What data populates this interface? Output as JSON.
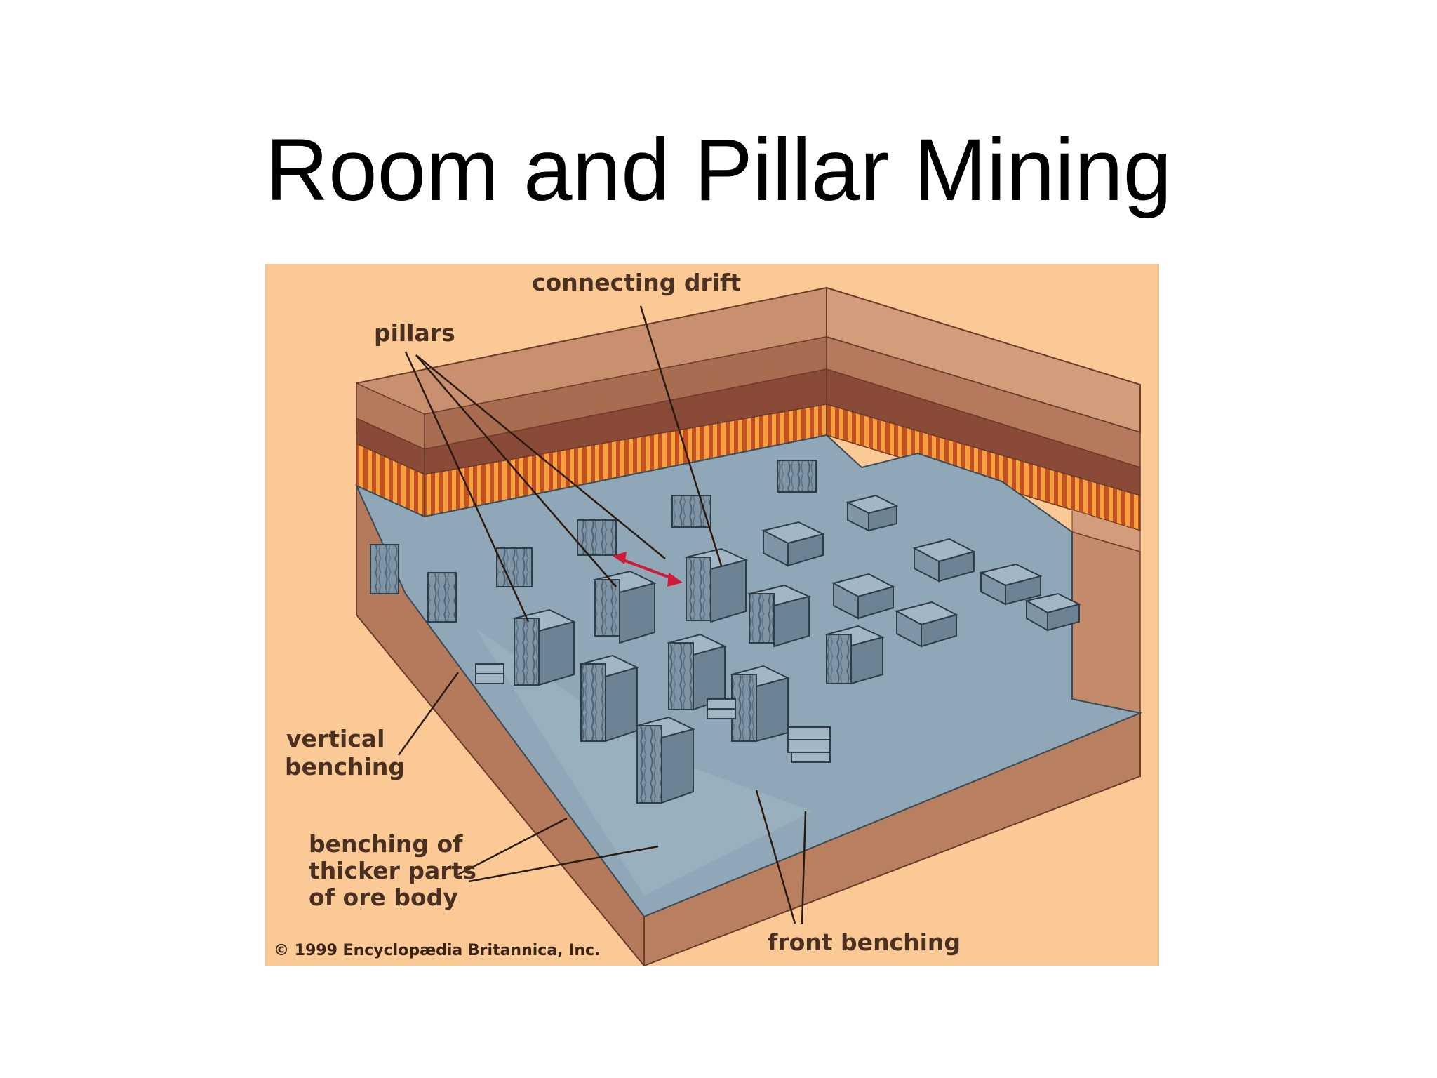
{
  "slide": {
    "title": "Room and Pillar Mining"
  },
  "diagram": {
    "labels": {
      "connecting_drift": "connecting drift",
      "pillars": "pillars",
      "vertical_benching_1": "vertical",
      "vertical_benching_2": "benching",
      "thicker_1": "benching of",
      "thicker_2": "thicker parts",
      "thicker_3": "of ore body",
      "front_benching": "front benching",
      "copyright": "© 1999 Encyclopædia Britannica, Inc."
    },
    "colors": {
      "background": "#fbc996",
      "top_layer": "#c8906e",
      "band_dark": "#8a4a38",
      "band_mid": "#b07560",
      "ore_stripes": "#f7a040",
      "ore_stripes_dark": "#c25020",
      "rock_floor": "#8fa7b6",
      "pillar": "#7f95a5",
      "base": "#b57a5c",
      "arrow": "#d01a3a"
    }
  }
}
